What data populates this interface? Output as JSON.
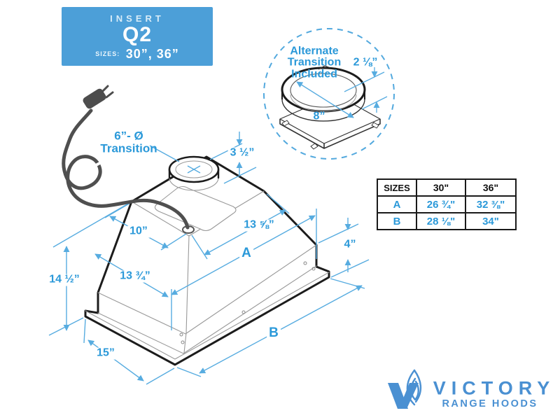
{
  "header": {
    "category": "INSERT",
    "model": "Q2",
    "sizes_label": "SIZES:",
    "sizes_value": "30”, 36”"
  },
  "callout_circle": {
    "note": "Alternate\nTransition\nIncluded",
    "height_dim": "2 ⅛”",
    "diameter_dim": "8”"
  },
  "diagram": {
    "transition_callout": "6”- Ø\nTransition",
    "dims": {
      "collar_height": "3 ½”",
      "top_width": "10”",
      "top_depth": "13 ⅝”",
      "width_a": "A",
      "skirt_height": "4”",
      "mid_width": "13 ¾”",
      "total_height": "14 ½”",
      "length_b": "B",
      "base_depth": "15”"
    }
  },
  "size_table": {
    "headers": [
      "SIZES",
      "30\"",
      "36\""
    ],
    "rows": [
      {
        "label": "A",
        "values": [
          "26 ¾\"",
          "32 ⅜\""
        ]
      },
      {
        "label": "B",
        "values": [
          "28 ⅛\"",
          "34\""
        ]
      }
    ]
  },
  "logo": {
    "brand": "VICTORY",
    "tagline": "RANGE HOODS"
  },
  "colors": {
    "header_bg": "#4C9FD8",
    "dim_text": "#2B99D9",
    "dim_line": "#57ACE0",
    "logo_blue": "#4A90D2",
    "outline": "#1C1C1C"
  }
}
